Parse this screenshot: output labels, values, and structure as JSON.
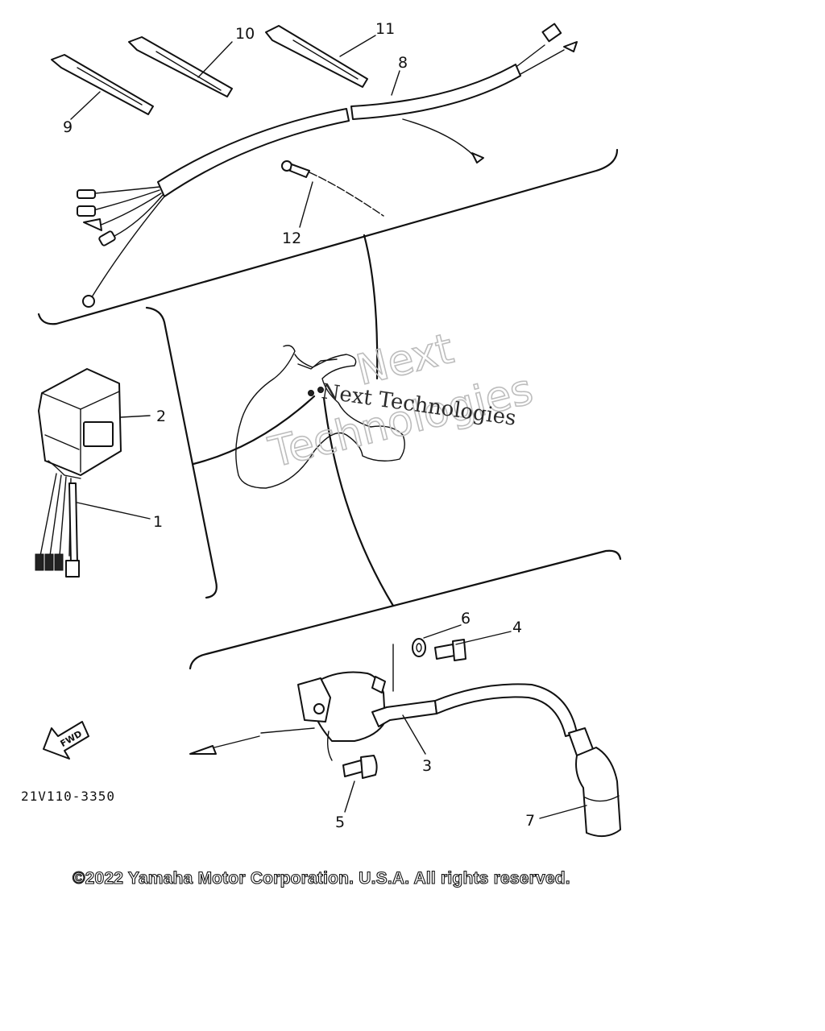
{
  "diagram": {
    "callouts": [
      "1",
      "2",
      "3",
      "4",
      "5",
      "6",
      "7",
      "8",
      "9",
      "10",
      "11",
      "12"
    ],
    "part_code": "21V110-3350",
    "direction_label": "FWD",
    "watermark": {
      "outline_line1": "Next",
      "outline_line2": "Technologies",
      "serif_text": "Next Technologies"
    },
    "copyright": "©2022 Yamaha Motor Corporation. U.S.A. All rights reserved."
  }
}
